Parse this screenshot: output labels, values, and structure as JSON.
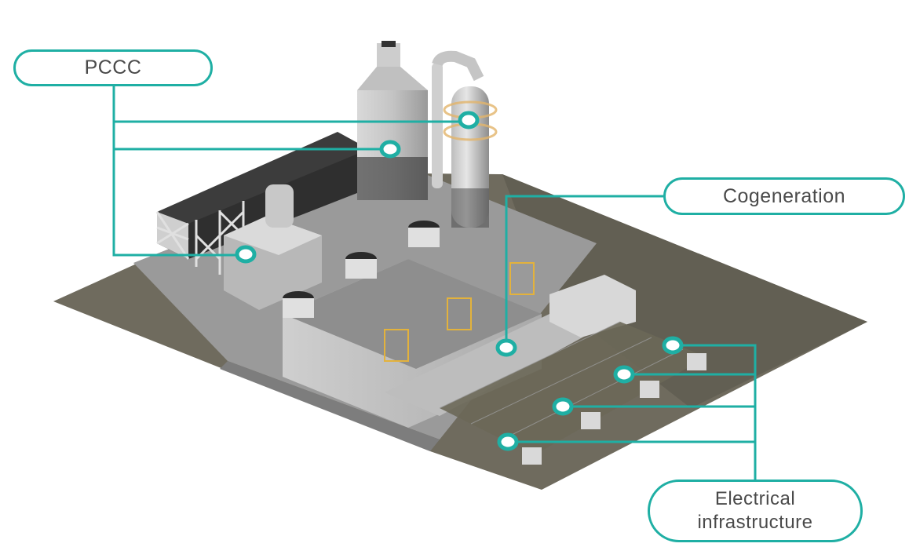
{
  "diagram": {
    "subject": "Power plant isometric illustration",
    "accent_color": "#1fafa4",
    "labels": {
      "pccc": "PCCC",
      "cogeneration": "Cogeneration",
      "electrical_line1": "Electrical",
      "electrical_line2": "infrastructure"
    },
    "callouts": [
      {
        "label": "PCCC",
        "targets": [
          "absorber-column",
          "stack",
          "flue-gas-duct"
        ]
      },
      {
        "label": "Cogeneration",
        "targets": [
          "gas-engine-hall"
        ]
      },
      {
        "label": "Electrical infrastructure",
        "targets": [
          "transformer-1",
          "transformer-2",
          "transformer-3",
          "transformer-4"
        ]
      }
    ]
  }
}
